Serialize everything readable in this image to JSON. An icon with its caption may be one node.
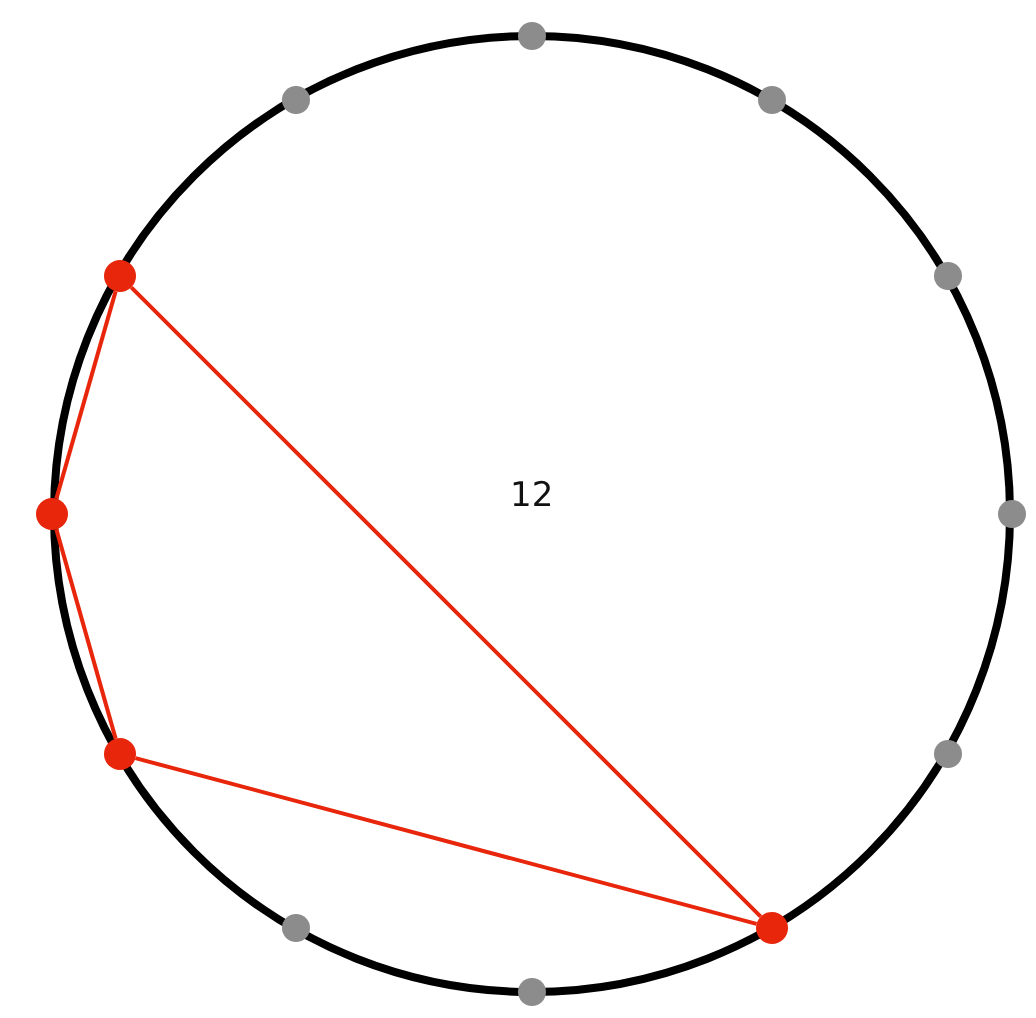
{
  "diagram": {
    "nodes": [
      {
        "text": [],
        "shape": "circle"
      },
      {
        "text": [],
        "shape": "circle"
      },
      {
        "text": [],
        "shape": "circle"
      },
      {
        "text": [],
        "shape": "circle"
      },
      {
        "text": [],
        "shape": "circle"
      },
      {
        "text": [],
        "shape": "circle"
      },
      {
        "text": [],
        "shape": "circle"
      },
      {
        "text": [],
        "shape": "circle"
      },
      {
        "text": [],
        "shape": "circle"
      },
      {
        "text": [],
        "shape": "circle"
      },
      {
        "text": [],
        "shape": "circle"
      },
      {
        "text": [],
        "shape": "circle"
      }
    ],
    "edges": [
      {
        "from": 3,
        "to": 5,
        "arrow": "none"
      },
      {
        "from": 5,
        "to": 7,
        "arrow": "none"
      },
      {
        "from": 7,
        "to": 10,
        "arrow": "none"
      },
      {
        "from": 10,
        "to": 3,
        "arrow": "none"
      }
    ],
    "labels": [
      "12"
    ]
  }
}
